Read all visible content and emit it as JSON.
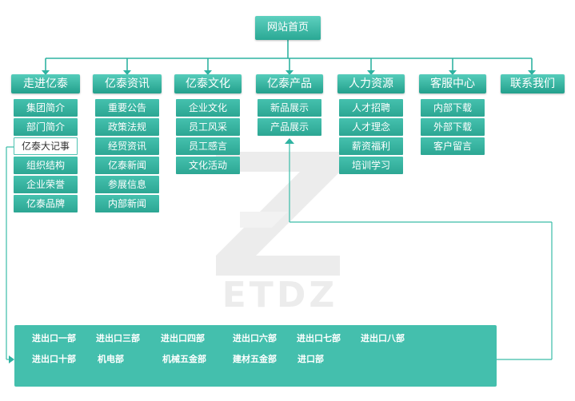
{
  "root": {
    "label": "网站首页"
  },
  "categories": [
    {
      "label": "走进亿泰",
      "items": [
        "集团简介",
        "部门简介",
        "亿泰大记事",
        "组织结构",
        "企业荣誉",
        "亿泰品牌"
      ]
    },
    {
      "label": "亿泰资讯",
      "items": [
        "重要公告",
        "政策法规",
        "经贸资讯",
        "亿泰新闻",
        "参展信息",
        "内部新闻"
      ]
    },
    {
      "label": "亿泰文化",
      "items": [
        "企业文化",
        "员工风采",
        "员工感言",
        "文化活动"
      ]
    },
    {
      "label": "亿泰产品",
      "items": [
        "新品展示",
        "产品展示"
      ]
    },
    {
      "label": "人力资源",
      "items": [
        "人才招聘",
        "人才理念",
        "薪资福利",
        "培训学习"
      ]
    },
    {
      "label": "客服中心",
      "items": [
        "内部下载",
        "外部下载",
        "客户留言"
      ]
    },
    {
      "label": "联系我们",
      "items": []
    }
  ],
  "departments": {
    "row1": [
      "进出口一部",
      "进出口三部",
      "进出口四部",
      "进出口六部",
      "进出口七部",
      "进出口八部"
    ],
    "row2": [
      "进出口十部",
      "机电部",
      "机械五金部",
      "建材五金部",
      "进口部"
    ]
  },
  "watermark": {
    "text": "ETDZ"
  },
  "colors": {
    "accent": "#2fb3a2",
    "node": "#44bfad"
  }
}
